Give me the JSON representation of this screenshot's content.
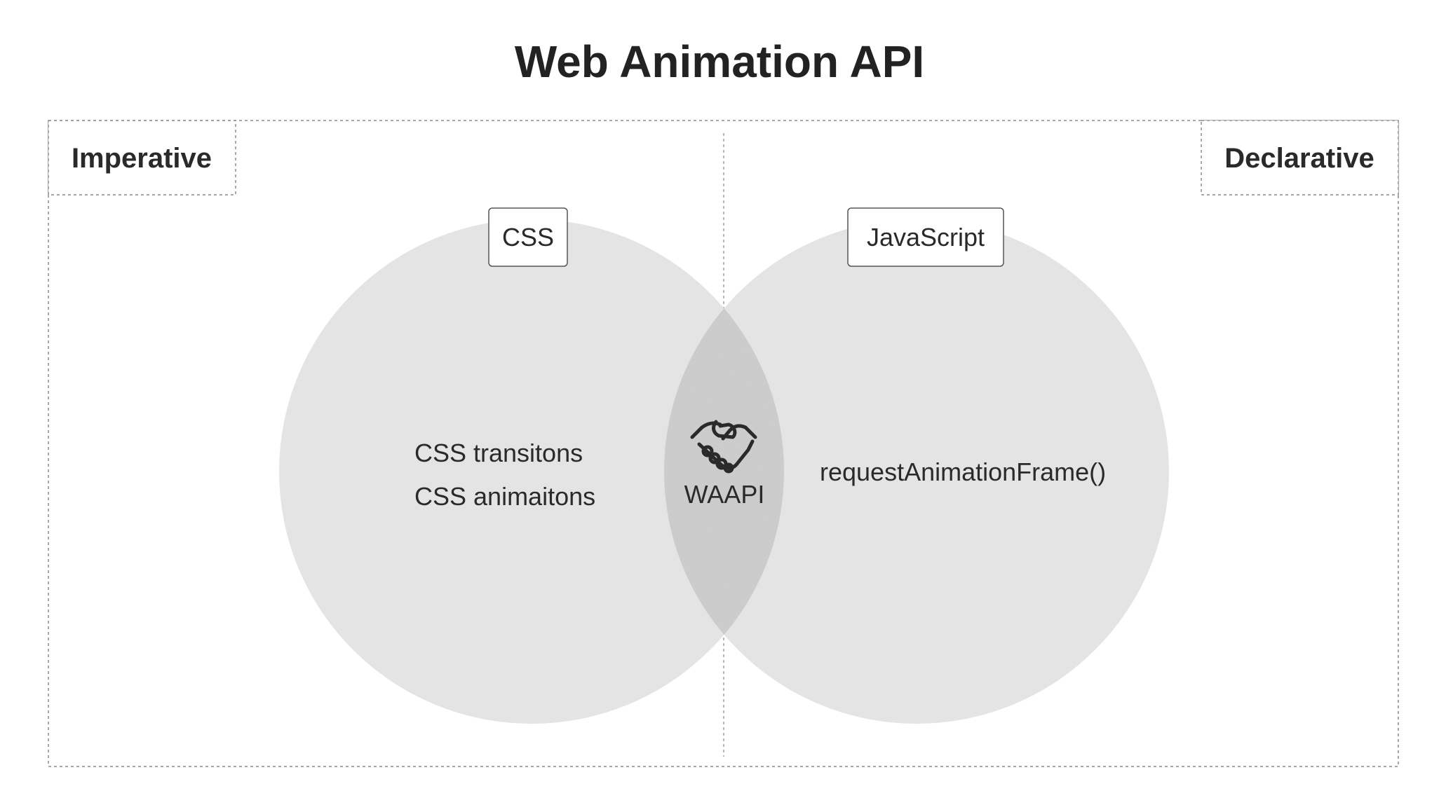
{
  "title": "Web Animation API",
  "regions": {
    "left_label": "Imperative",
    "right_label": "Declarative"
  },
  "sets": {
    "left": {
      "label": "CSS",
      "items": [
        "CSS transitons",
        "CSS animaitons"
      ]
    },
    "right": {
      "label": "JavaScript",
      "items": [
        "requestAnimationFrame()"
      ]
    },
    "intersection": {
      "icon": "handshake-icon",
      "label": "WAAPI"
    }
  },
  "colors": {
    "text": "#2a2a2a",
    "circle_fill": "#e4e4e4",
    "overlap_fill": "#cfcfcf",
    "border": "#8c8c8c"
  }
}
